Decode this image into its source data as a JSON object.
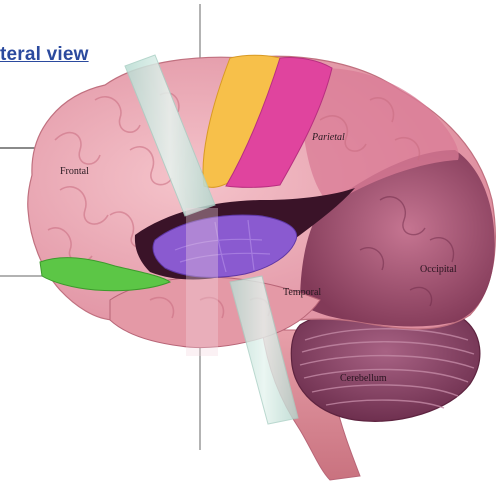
{
  "figure": {
    "title": "teral view",
    "labels": {
      "frontal": "Frontal",
      "parietal": "Parietal",
      "occipital": "Occipital",
      "temporal": "Temporal",
      "cerebellum": "Cerebellum"
    }
  },
  "colors": {
    "title": "#2b4a9e",
    "brain_pink": "#e9a3ae",
    "frontal_light": "#f0b5be",
    "occipital_mauve": "#9c4f6e",
    "cerebellum": "#8a4a68",
    "brainstem": "#d98c98",
    "motor_yellow": "#f7c04a",
    "sensory_magenta": "#e0449e",
    "insula_purple": "#8a5ad0",
    "frontal_green": "#5cc646",
    "plane_band": "#cfe8e0"
  }
}
